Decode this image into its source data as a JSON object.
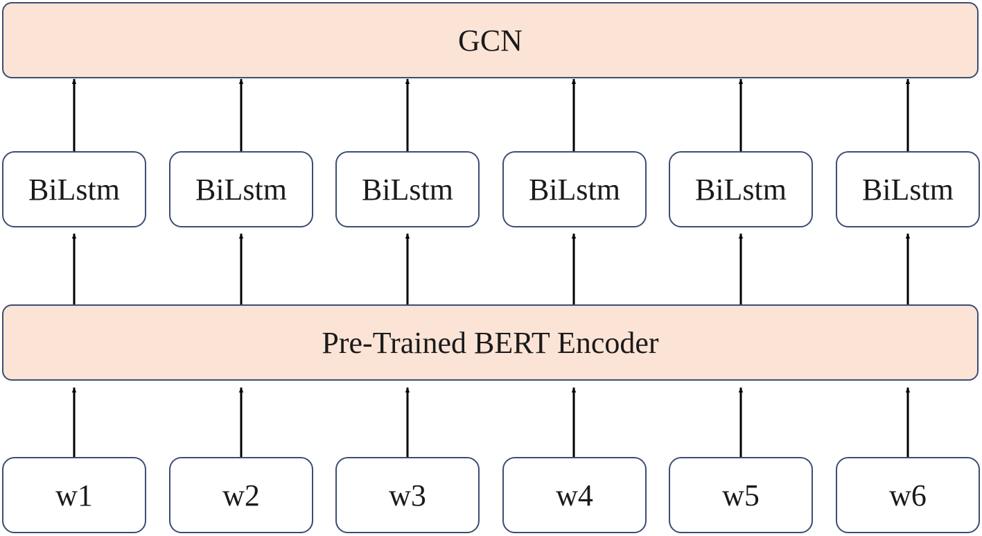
{
  "gcn_label": "GCN",
  "encoder_label": "Pre-Trained BERT Encoder",
  "bilstm_labels": [
    "BiLstm",
    "BiLstm",
    "BiLstm",
    "BiLstm",
    "BiLstm",
    "BiLstm"
  ],
  "words": [
    "w1",
    "w2",
    "w3",
    "w4",
    "w5",
    "w6"
  ],
  "colors": {
    "layer_fill": "#fbe3d5",
    "node_fill": "#ffffff",
    "border": "#3b4d72",
    "arrow": "#000000",
    "text": "#1a1a1a"
  }
}
